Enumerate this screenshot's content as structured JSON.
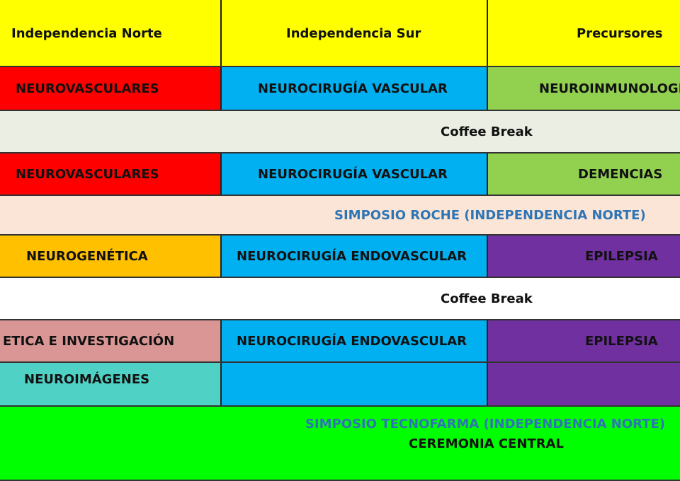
{
  "colors": {
    "yellow": "#ffff00",
    "red": "#ff0000",
    "blue": "#00b0f0",
    "green": "#92d050",
    "light_gray": "#ebefe3",
    "peach": "#fbe5d6",
    "orange": "#ffc000",
    "purple": "#7030a0",
    "white": "#ffffff",
    "rose": "#d99694",
    "teal": "#4fd1c5",
    "lime": "#00ff00",
    "link_blue": "#2e75b6",
    "text": "#111111"
  },
  "header": {
    "col1": "Independencia Norte",
    "col2": "Independencia Sur",
    "col3": "Precursores"
  },
  "rows": {
    "r1": {
      "c1": "NEUROVASCULARES",
      "c2": "NEUROCIRUGÍA VASCULAR",
      "c3": "NEUROINMUNOLOGÍA"
    },
    "r2": {
      "full": "Coffee Break"
    },
    "r3": {
      "c1": "NEUROVASCULARES",
      "c2": "NEUROCIRUGÍA VASCULAR",
      "c3": "DEMENCIAS"
    },
    "r4": {
      "full": "SIMPOSIO ROCHE (INDEPENDENCIA NORTE)"
    },
    "r5": {
      "c1": "NEUROGENÉTICA",
      "c2": "NEUROCIRUGÍA ENDOVASCULAR",
      "c3": "EPILEPSIA"
    },
    "r6": {
      "full": "Coffee Break"
    },
    "r7": {
      "c1": "ETICA E INVESTIGACIÓN",
      "c2": "NEUROCIRUGÍA ENDOVASCULAR",
      "c3": "EPILEPSIA"
    },
    "r8": {
      "c1": "NEUROIMÁGENES",
      "c2": "",
      "c3": ""
    },
    "r9": {
      "line1": "SIMPOSIO TECNOFARMA (INDEPENDENCIA NORTE)",
      "line2": "CEREMONIA CENTRAL"
    }
  }
}
